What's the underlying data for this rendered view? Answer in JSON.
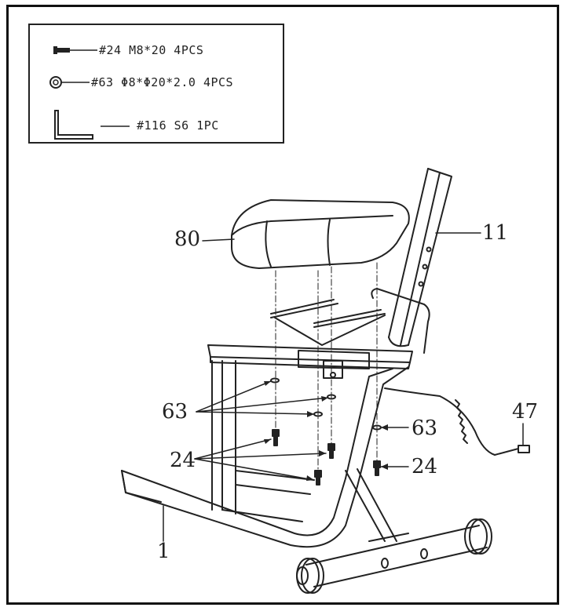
{
  "parts_list": [
    {
      "id": "part-24",
      "icon": "bolt-icon",
      "text": "#24  M8*20  4PCS"
    },
    {
      "id": "part-63",
      "icon": "washer-icon",
      "text": "#63  Φ8*Φ20*2.0 4PCS"
    },
    {
      "id": "part-116",
      "icon": "allen-key-icon",
      "text": "#116 S6 1PC"
    }
  ],
  "callouts": {
    "seat": "80",
    "backrest_post": "11",
    "washers_left": "63",
    "washer_right": "63",
    "bolts_left": "24",
    "bolt_right": "24",
    "sensor_wire": "47",
    "frame": "1"
  },
  "colors": {
    "line": "#222222",
    "background": "#ffffff"
  }
}
